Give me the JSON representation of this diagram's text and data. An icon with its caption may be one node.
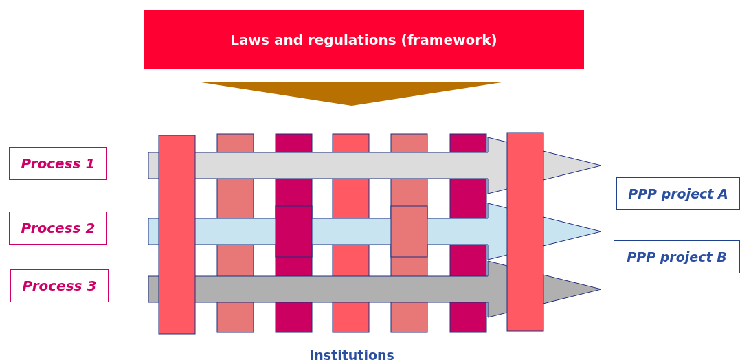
{
  "diagram": {
    "nodes": [
      {
        "text": [
          "Laws and regulations (framework)"
        ]
      },
      {
        "text": [
          "Process 1"
        ]
      },
      {
        "text": [
          "Process 2"
        ]
      },
      {
        "text": [
          "Process 3"
        ]
      },
      {
        "text": [
          "PPP project A"
        ]
      },
      {
        "text": [
          "PPP project B"
        ]
      }
    ],
    "labels": [
      "Institutions"
    ]
  }
}
